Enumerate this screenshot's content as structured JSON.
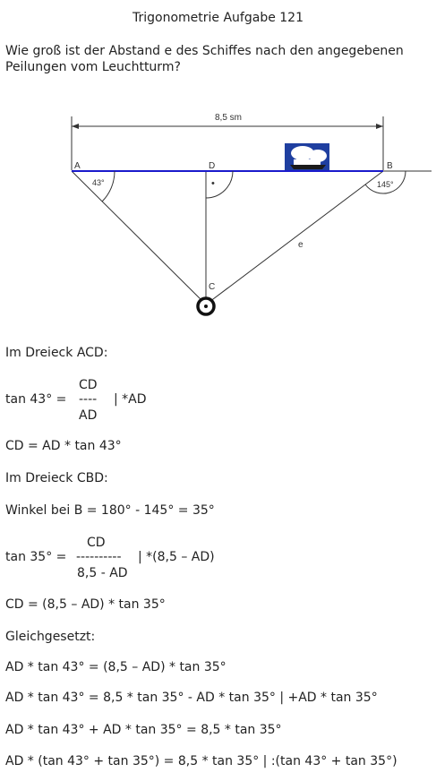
{
  "title": "Trigonometrie Aufgabe 121",
  "question": "Wie groß ist der Abstand e des Schiffes nach den angegebenen Peilungen vom Leuchtturm?",
  "diagram": {
    "distance_label": "8,5 sm",
    "point_a": "A",
    "point_b": "B",
    "point_c": "C",
    "point_d": "D",
    "angle_a": "43°",
    "angle_b": "145°",
    "side_e": "e",
    "right_angle_dot": "•",
    "colors": {
      "baseline": "#1a1acc",
      "lines": "#333333",
      "ship_bg": "#1f3fa0"
    }
  },
  "solution": {
    "tri1_heading": "Im Dreieck ACD:",
    "tan43_lhs": "tan 43° =",
    "tan43_num": "CD",
    "tan43_bar": "----",
    "tan43_den": "AD",
    "tan43_op": "| *AD",
    "cd_eq1": "CD = AD * tan 43°",
    "tri2_heading": "Im Dreieck CBD:",
    "angle_b_calc": "Winkel bei B = 180° - 145° = 35°",
    "tan35_lhs": "tan 35° =",
    "tan35_num": "CD",
    "tan35_bar": "----------",
    "tan35_den": "8,5 - AD",
    "tan35_op": "| *(8,5 – AD)",
    "cd_eq2": "CD = (8,5 – AD) * tan 35°",
    "equated_heading": "Gleichgesetzt:",
    "eq1": "AD * tan 43° = (8,5 – AD) * tan 35°",
    "eq2": "AD * tan 43° = 8,5 * tan 35° - AD * tan 35° | +AD * tan 35°",
    "eq3": "AD * tan 43° + AD * tan 35° = 8,5 * tan 35°",
    "eq4": "AD * (tan 43° + tan 35°) = 8,5 * tan 35° | :(tan 43° + tan 35°)"
  }
}
